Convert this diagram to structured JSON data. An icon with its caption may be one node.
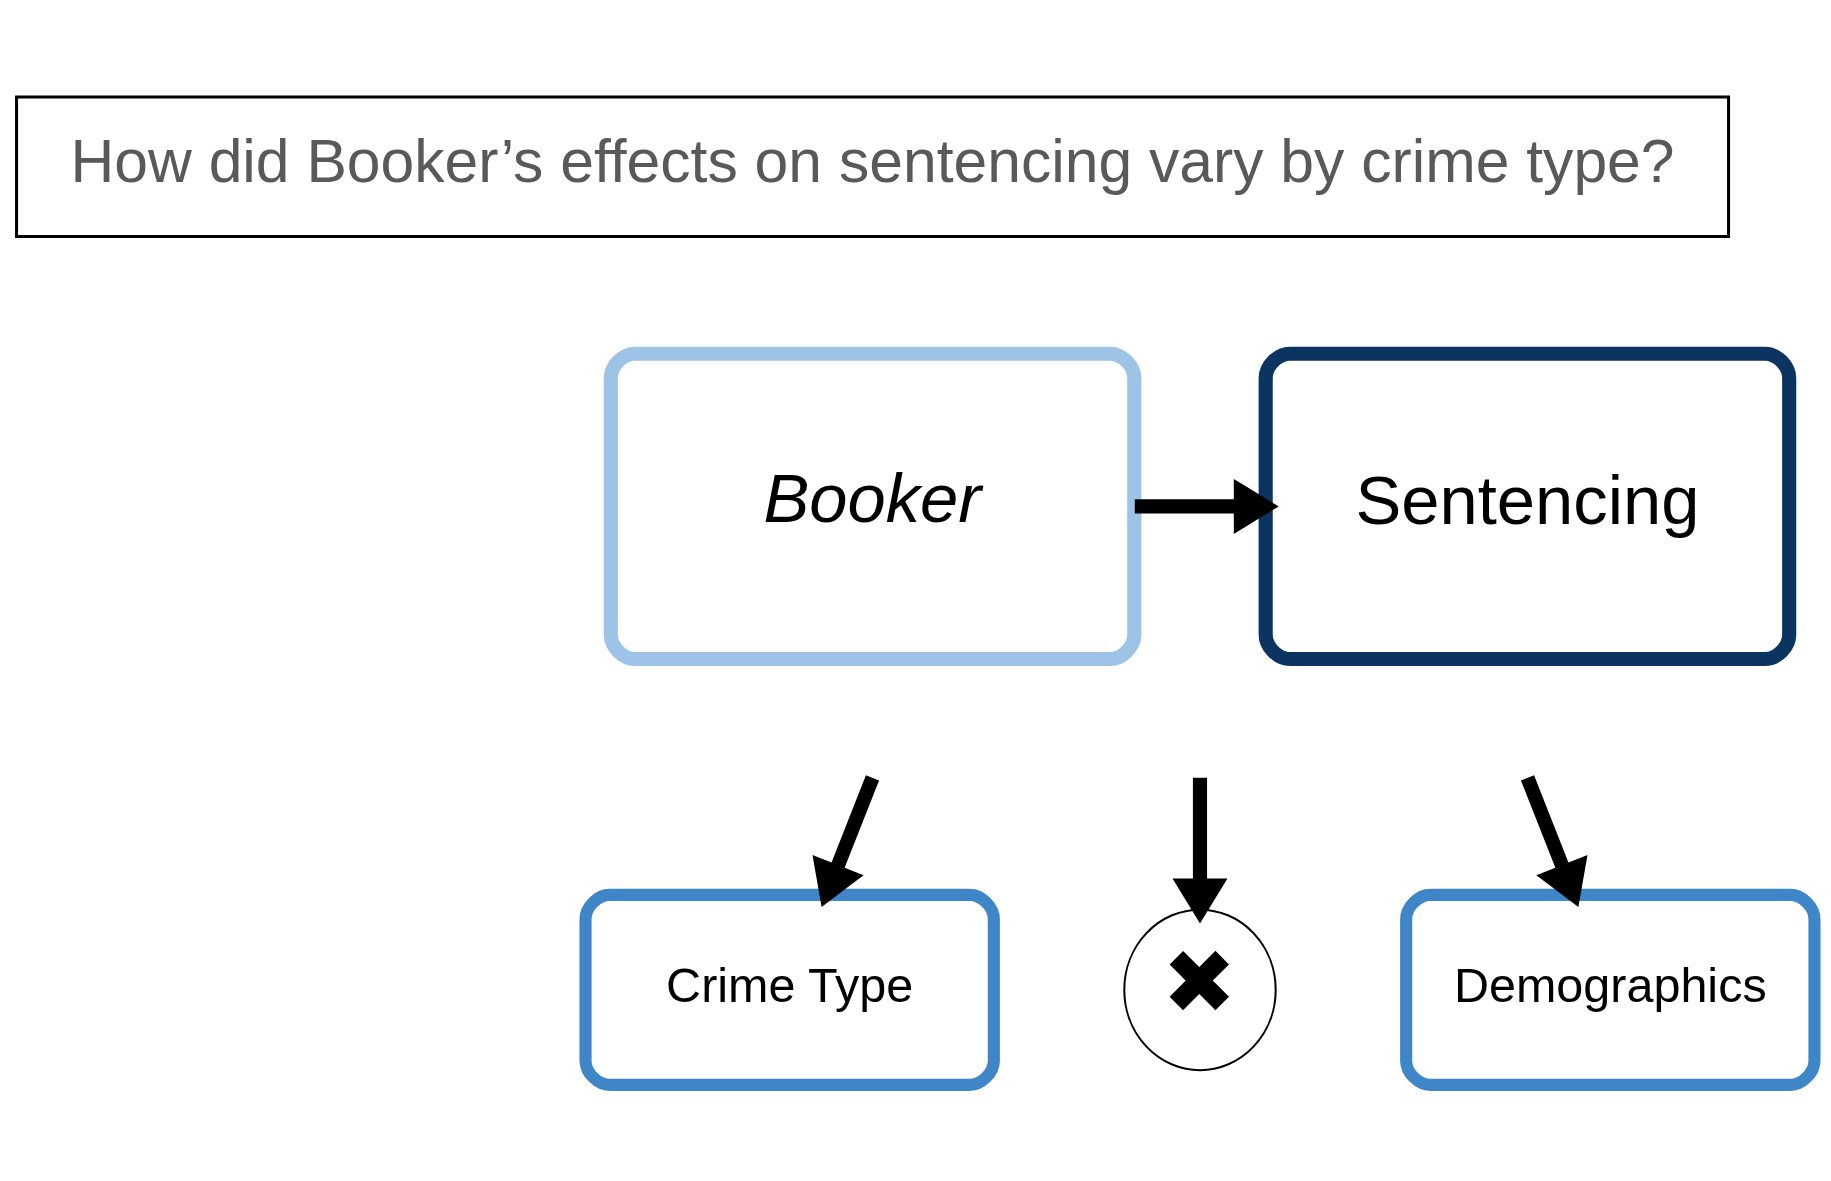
{
  "diagram": {
    "nodes": [
      {
        "text": [
          "How did Booker’s effects on sentencing vary by crime type?"
        ]
      },
      {
        "text": [
          "Booker"
        ]
      },
      {
        "text": [
          "Sentencing"
        ]
      },
      {
        "text": [
          "Crime Type"
        ]
      },
      {
        "text": [
          "✖"
        ]
      },
      {
        "text": [
          "Demographics"
        ]
      }
    ],
    "edges": [
      {
        "from": 1,
        "to": 2,
        "arrow": "to"
      },
      {
        "from": null,
        "to": 3,
        "arrow": "to"
      },
      {
        "from": null,
        "to": 4,
        "arrow": "to"
      },
      {
        "from": null,
        "to": 5,
        "arrow": "to"
      }
    ]
  }
}
